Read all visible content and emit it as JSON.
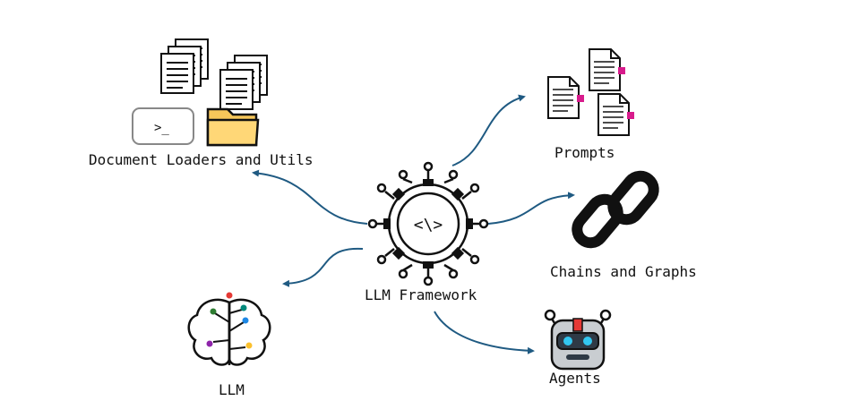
{
  "center": {
    "label": "LLM Framework",
    "icon": "gear-code-network-icon"
  },
  "nodes": [
    {
      "id": "loaders",
      "label": "Document Loaders and Utils",
      "icons": [
        "documents-icon",
        "terminal-icon",
        "folder-icon"
      ]
    },
    {
      "id": "prompts",
      "label": "Prompts",
      "icons": [
        "prompt-documents-icon"
      ]
    },
    {
      "id": "chains",
      "label": "Chains and Graphs",
      "icons": [
        "chain-link-icon"
      ]
    },
    {
      "id": "agents",
      "label": "Agents",
      "icons": [
        "robot-icon"
      ]
    },
    {
      "id": "llm",
      "label": "LLM",
      "icons": [
        "brain-circuit-icon"
      ]
    }
  ],
  "terminal_prompt": ">_",
  "colors": {
    "arrow": "#1f5a82",
    "folder": "#f7c75a",
    "tab_accent": "#d81b8c",
    "ink": "#111111"
  }
}
